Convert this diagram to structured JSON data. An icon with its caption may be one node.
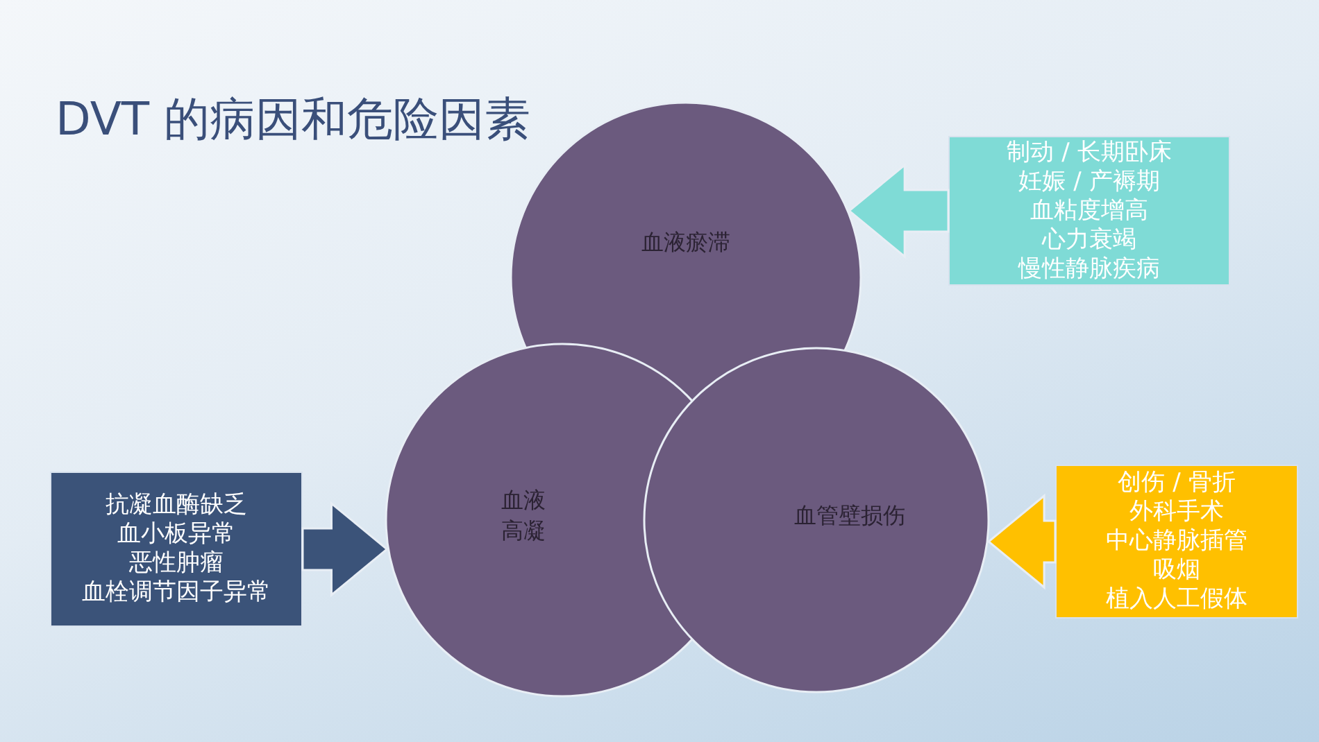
{
  "diagram": {
    "title": "DVT 的病因和危险因素",
    "nodes": [
      {
        "text": [
          "血液瘀滞"
        ]
      },
      {
        "text": [
          "血液高凝"
        ]
      },
      {
        "text": [
          "血管壁损伤"
        ]
      },
      {
        "text": [
          "制动 / 长期卧床",
          "妊娠 / 产褥期",
          "血粘度增高",
          "心力衰竭",
          "慢性静脉疾病"
        ]
      },
      {
        "text": [
          "抗凝血酶缺乏",
          "血小板异常",
          "恶性肿瘤",
          "血栓调节因子异常"
        ]
      },
      {
        "text": [
          "创伤 / 骨折",
          "外科手术",
          "中心静脉插管",
          "吸烟",
          "植入人工假体"
        ]
      }
    ],
    "edges": [
      {
        "from": 3,
        "to": 0,
        "arrow": "to",
        "color": "#7fdbd6"
      },
      {
        "from": 4,
        "to": 1,
        "arrow": "to",
        "color": "#3b5379"
      },
      {
        "from": 5,
        "to": 2,
        "arrow": "to",
        "color": "#ffc000"
      }
    ]
  }
}
